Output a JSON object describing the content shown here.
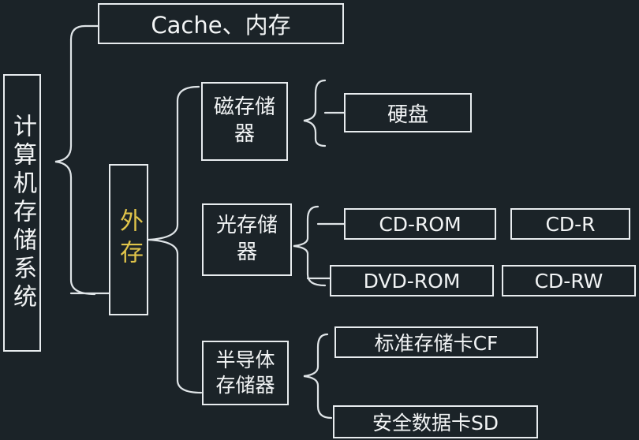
{
  "root": {
    "label": "计算机存储系统"
  },
  "internal": {
    "label": "Cache、内存"
  },
  "external": {
    "label": "外存"
  },
  "magnetic": {
    "label": "磁存储器",
    "children": [
      "硬盘"
    ]
  },
  "optical": {
    "label": "光存储器",
    "children": [
      "CD-ROM",
      "CD-R",
      "DVD-ROM",
      "CD-RW"
    ]
  },
  "semiconductor": {
    "label": "半导体存储器",
    "children": [
      "标准存储卡CF",
      "安全数据卡SD"
    ]
  },
  "colors": {
    "background": "#1b2328",
    "line": "#e8ecef",
    "text": "#f2f4f5",
    "highlight": "#e0c44a"
  }
}
